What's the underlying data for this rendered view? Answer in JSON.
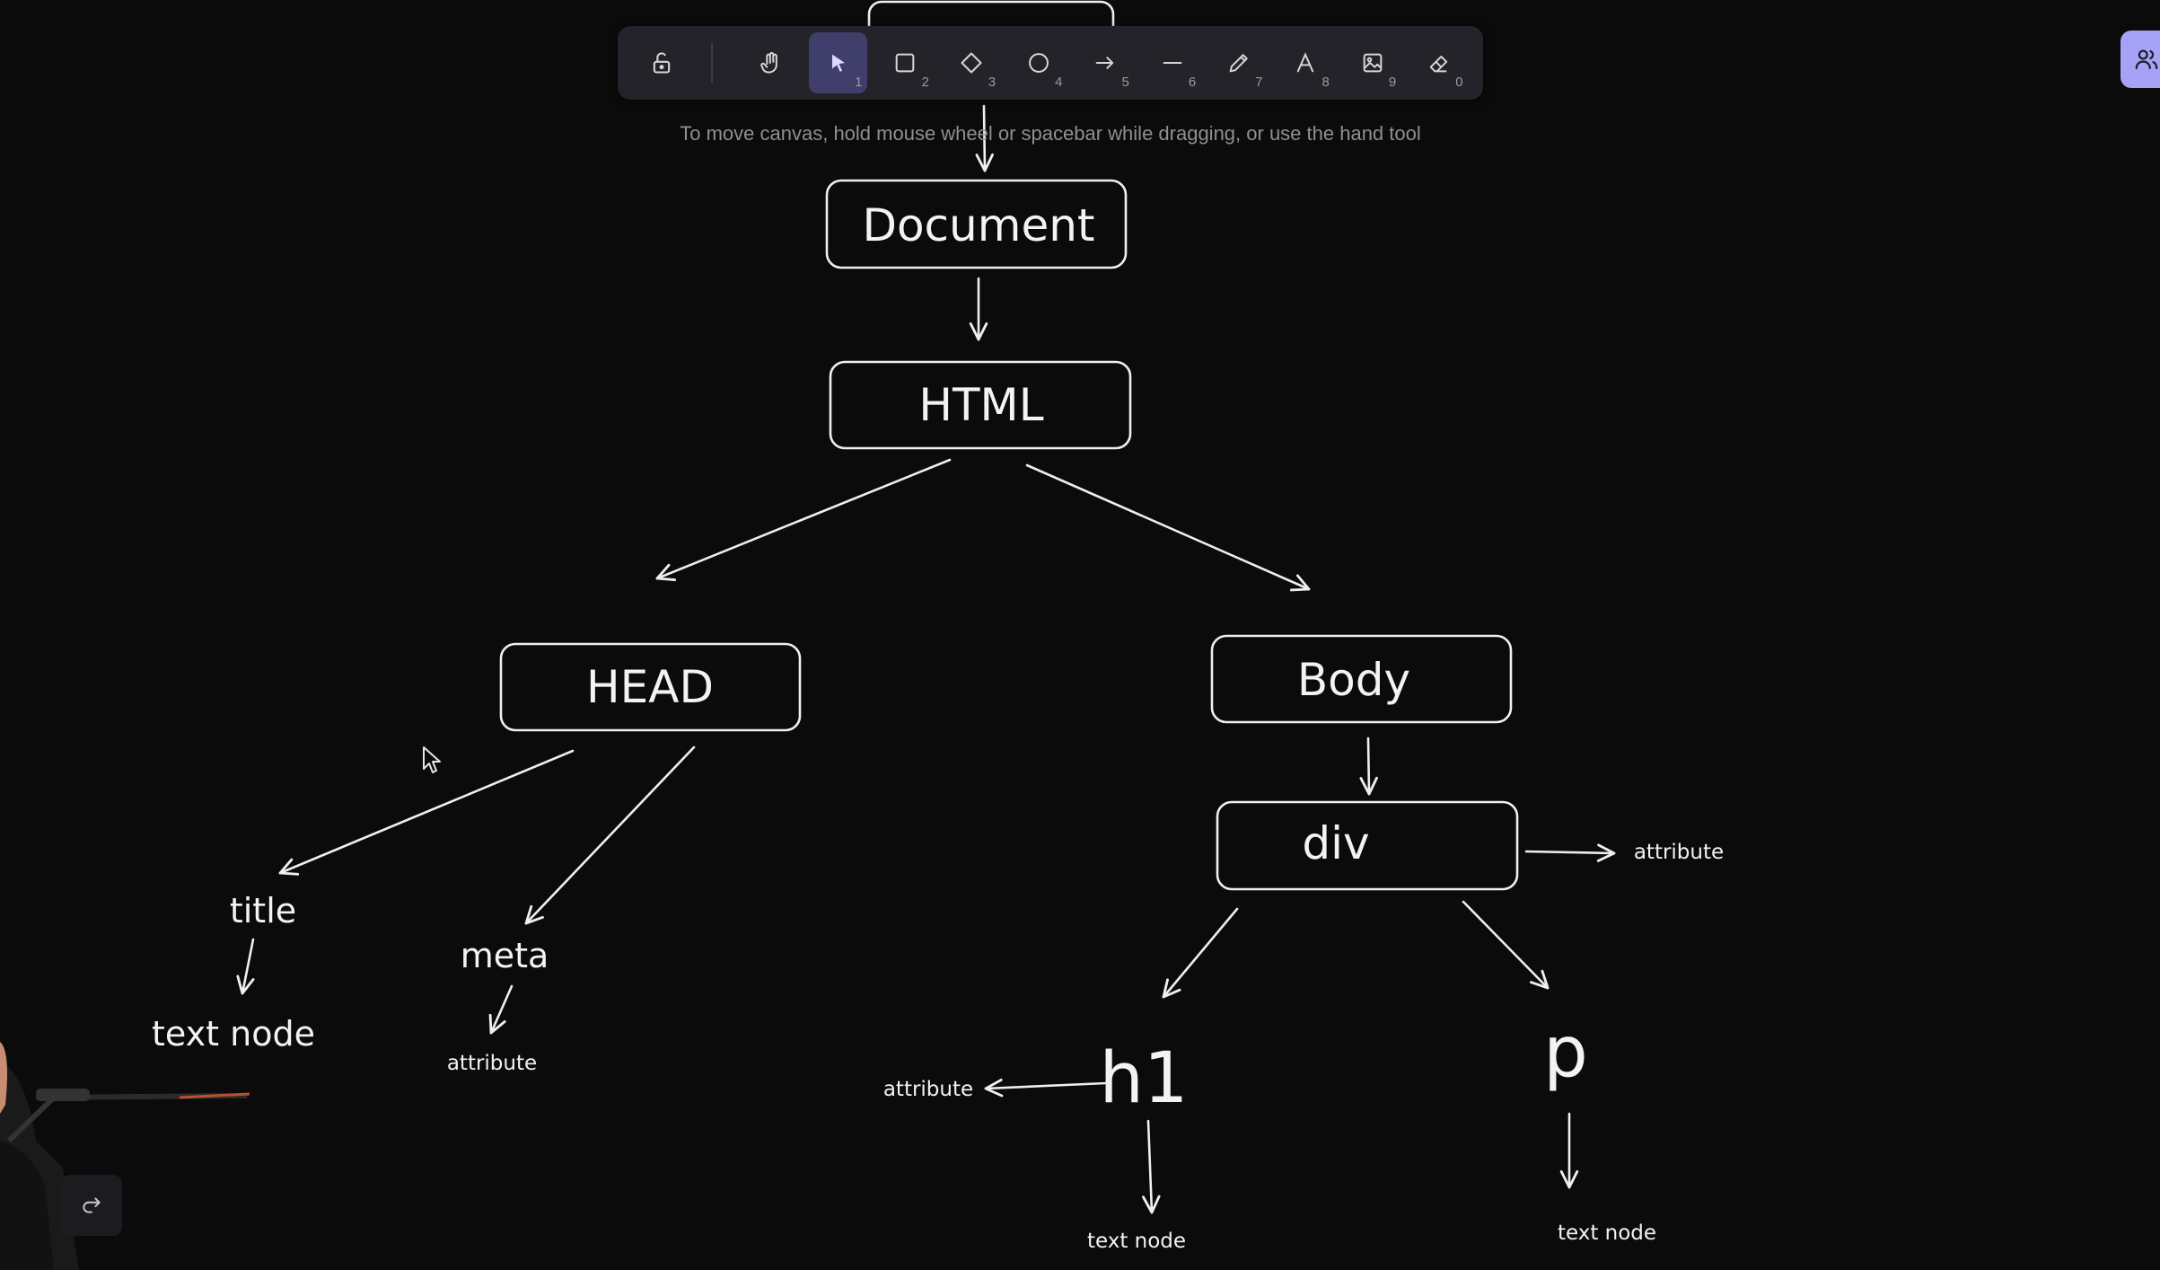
{
  "toolbar": {
    "tools": [
      {
        "name": "lock",
        "key": ""
      },
      {
        "name": "hand",
        "key": ""
      },
      {
        "name": "selection",
        "key": "1"
      },
      {
        "name": "rectangle",
        "key": "2"
      },
      {
        "name": "diamond",
        "key": "3"
      },
      {
        "name": "ellipse",
        "key": "4"
      },
      {
        "name": "arrow",
        "key": "5"
      },
      {
        "name": "line",
        "key": "6"
      },
      {
        "name": "draw",
        "key": "7"
      },
      {
        "name": "text",
        "key": "8"
      },
      {
        "name": "image",
        "key": "9"
      },
      {
        "name": "eraser",
        "key": "0"
      }
    ],
    "active_tool": "selection",
    "active_color": "#403e6a"
  },
  "hint": "To move canvas, hold mouse wheel or spacebar while dragging, or use the hand tool",
  "diagram": {
    "document": "Document",
    "html": "HTML",
    "head": "HEAD",
    "body": "Body",
    "div": "div",
    "title": "title",
    "meta": "meta",
    "h1": "h1",
    "p": "p",
    "title_text_node": "text node",
    "meta_attribute": "attribute",
    "div_attribute": "attribute",
    "h1_attribute": "attribute",
    "h1_text_node": "text node",
    "p_text_node": "text node"
  },
  "icons": {
    "collab": "users-icon",
    "redo": "redo-icon",
    "cursor": "mouse-cursor-icon"
  }
}
